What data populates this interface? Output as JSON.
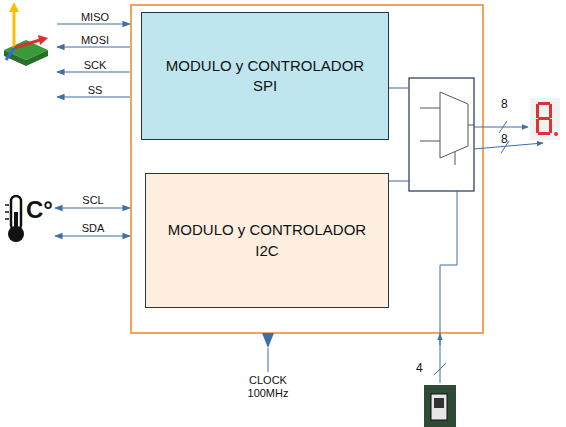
{
  "diagram": {
    "nodes": [
      {
        "text": [
          "MODULO y CONTROLADOR SPI"
        ]
      },
      {
        "text": [
          "MODULO y CONTROLADOR I2C"
        ]
      }
    ],
    "labels": [
      "MISO",
      "MOSI",
      "SCK",
      "SS",
      "C°",
      "SCL",
      "SDA",
      "8",
      "8",
      "CLOCK 100MHz",
      "4"
    ]
  }
}
